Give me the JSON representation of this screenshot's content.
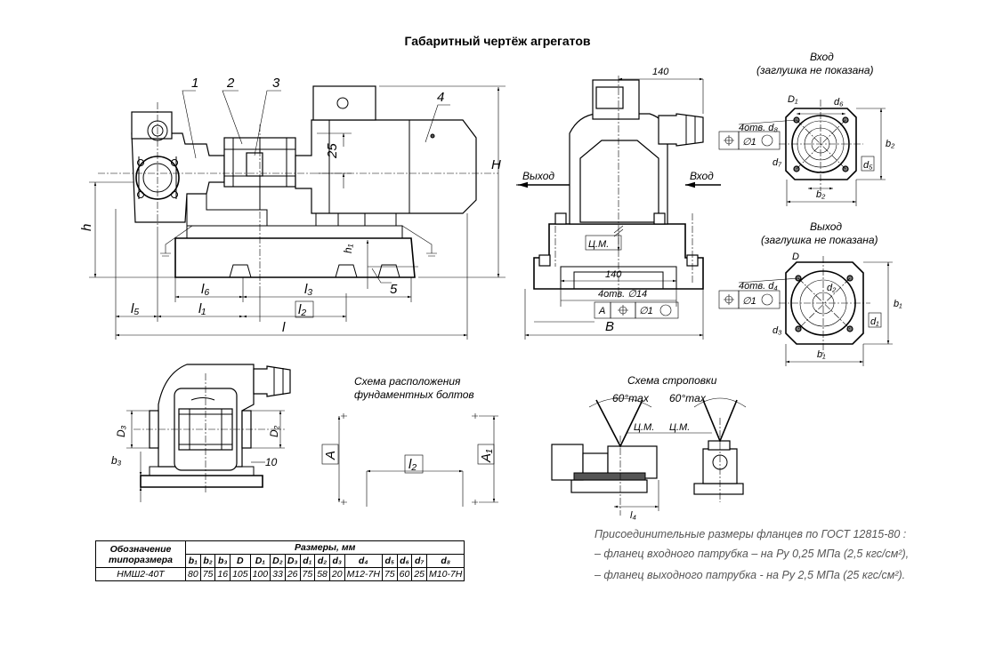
{
  "title": "Габаритный чертёж агрегатов",
  "labels": {
    "part1": "1",
    "part2": "2",
    "part3": "3",
    "part4": "4",
    "part5": "5",
    "dim25": "25",
    "H": "H",
    "h": "h",
    "h1": "h₁",
    "l": "l",
    "l1": "l₁",
    "l2": "l₂",
    "l3": "l₃",
    "l5": "l₅",
    "l6": "l₆",
    "dim140_top": "140",
    "dim140_bottom": "140",
    "B": "B",
    "cm": "Ц.М.",
    "vyhod_arrow": "Выход",
    "vhod_arrow": "Вход",
    "holes_dia": "4отв. ∅14",
    "A": "A",
    "tol1": "∅1",
    "inlet_title": "Вход",
    "inlet_sub": "(заглушка не показана)",
    "outlet_title": "Выход",
    "outlet_sub": "(заглушка не показана)",
    "in_holes": "4отв. d₈",
    "out_holes": "4отв. d₄",
    "D1": "D₁",
    "d6": "d₆",
    "d7": "d₇",
    "d5": "d₅",
    "b2": "b₂",
    "D": "D",
    "d2": "d₂",
    "d3": "d₃",
    "d1": "d₁",
    "b1": "b₁",
    "D3": "D₃",
    "D2": "D₂",
    "b3": "b₃",
    "ten": "10",
    "bolt_title1": "Схема расположения",
    "bolt_title2": "фундаментных болтов",
    "A1": "A₁",
    "l2b": "l₂",
    "sling_title": "Схема строповки",
    "angle": "60°max",
    "l4": "l₄",
    "cm2": "Ц.М."
  },
  "table": {
    "header_col": [
      "Обозначение",
      "типоразмера"
    ],
    "header_sizes": "Размеры, мм",
    "columns": [
      "b₁",
      "b₂",
      "b₃",
      "D",
      "D₁",
      "D₂",
      "D₃",
      "d₁",
      "d₂",
      "d₃",
      "d₄",
      "d₅",
      "d₆",
      "d₇",
      "d₈"
    ],
    "row_name": "НМШ2-40Т",
    "row_values": [
      "80",
      "75",
      "16",
      "105",
      "100",
      "33",
      "26",
      "75",
      "58",
      "20",
      "М12-7Н",
      "75",
      "60",
      "25",
      "М10-7Н"
    ]
  },
  "notes": {
    "line1": "Присоединительные размеры фланцев по ГОСТ 12815-80 :",
    "line2": "– фланец входного патрубка –   на Ру 0,25 МПа (2,5 кгс/см²),",
    "line3": "– фланец выходного патрубка - на Ру 2,5 МПа (25 кгс/см²)."
  }
}
